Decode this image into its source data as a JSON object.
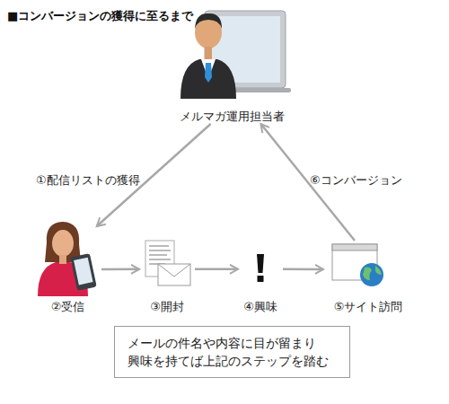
{
  "diagram": {
    "title": "■コンバージョンの獲得に至るまで",
    "nodes": [
      {
        "text": [
          "メルマガ運用担当者"
        ]
      },
      {
        "text": [
          "②受信"
        ]
      },
      {
        "text": [
          "③開封"
        ]
      },
      {
        "text": [
          "④興味"
        ]
      },
      {
        "text": [
          "⑤サイト訪問"
        ]
      },
      {
        "text": [
          "メールの件名や内容に目が留まり 興味を持てば上記のステップを踏む"
        ]
      }
    ],
    "edges": [
      {
        "from": 0,
        "to": 1,
        "label": "①配信リストの獲得",
        "arrow": "to"
      },
      {
        "from": 1,
        "to": 2,
        "arrow": "to"
      },
      {
        "from": 2,
        "to": 3,
        "arrow": "to"
      },
      {
        "from": 3,
        "to": 4,
        "arrow": "to"
      },
      {
        "from": 4,
        "to": 0,
        "label": "⑥コンバージョン",
        "arrow": "to"
      }
    ]
  }
}
